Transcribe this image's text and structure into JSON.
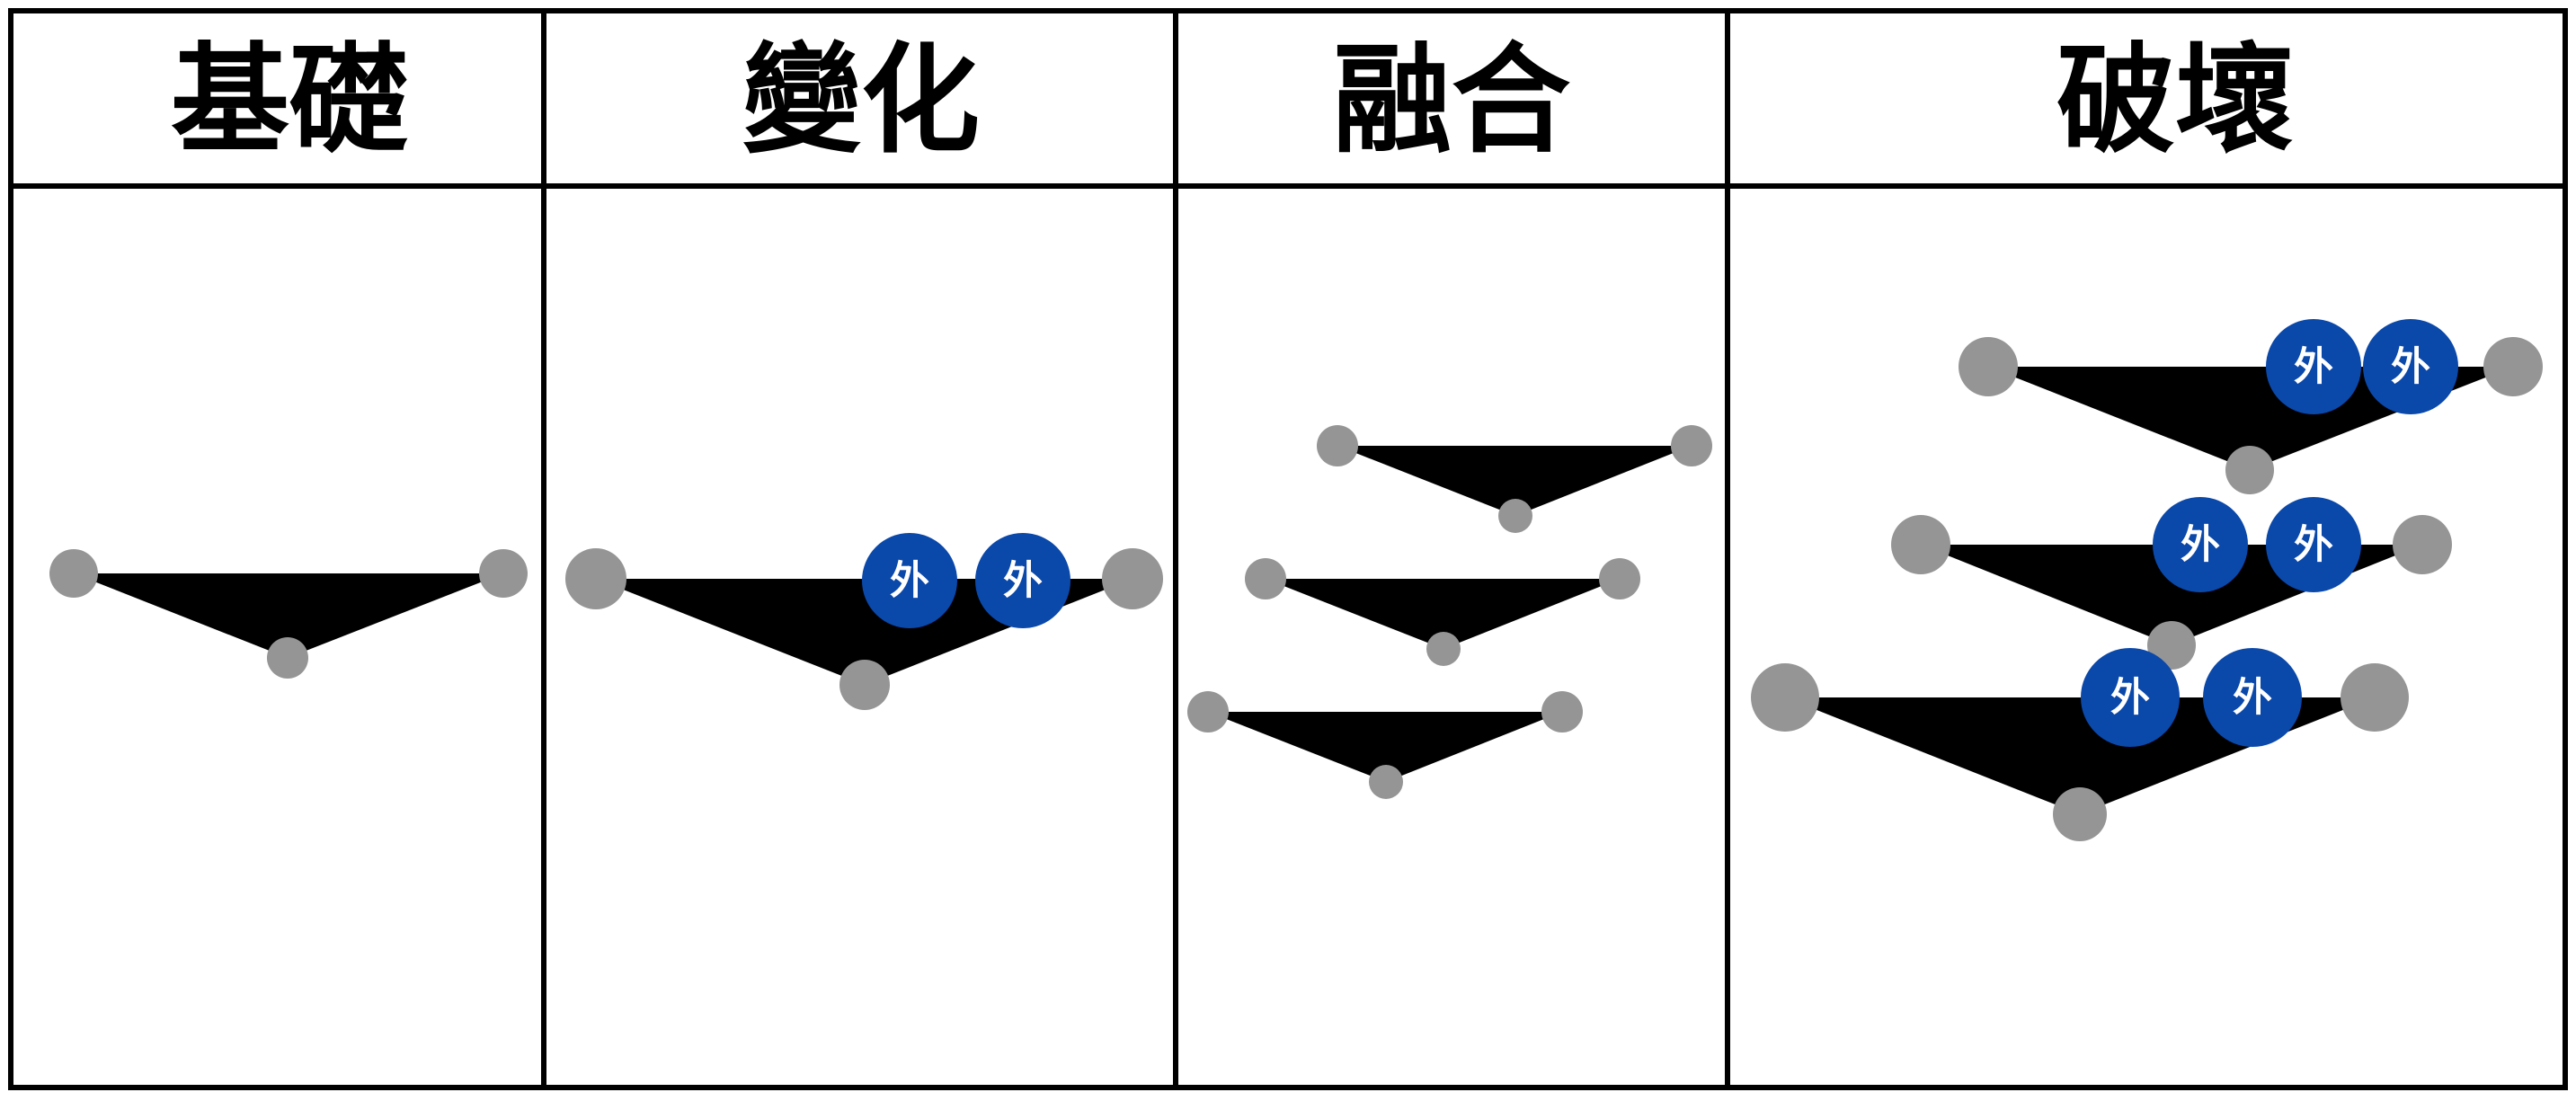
{
  "colors": {
    "border": "#000000",
    "triangle": "#000000",
    "node": "#959595",
    "badge": "#0a48aa",
    "badge_text": "#ffffff",
    "background": "#ffffff"
  },
  "columns": [
    {
      "id": "basic",
      "label": "基礎",
      "triangles": [
        {
          "badges": 0
        }
      ]
    },
    {
      "id": "variation",
      "label": "變化",
      "triangles": [
        {
          "badges": 2
        }
      ]
    },
    {
      "id": "fusion",
      "label": "融合",
      "triangles": [
        {
          "badges": 0
        },
        {
          "badges": 0
        },
        {
          "badges": 0
        }
      ]
    },
    {
      "id": "breakdown",
      "label": "破壞",
      "triangles": [
        {
          "badges": 2
        },
        {
          "badges": 2
        },
        {
          "badges": 2
        }
      ]
    }
  ],
  "badge_label": "外"
}
